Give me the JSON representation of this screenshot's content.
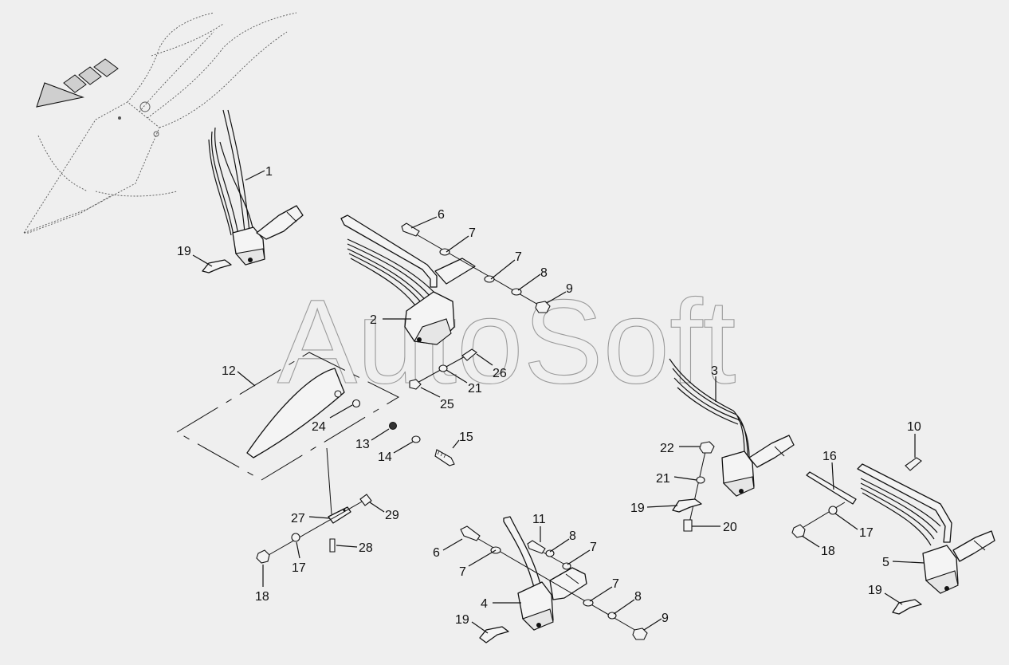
{
  "watermark": "AutoSoft",
  "callouts": [
    {
      "id": "c1",
      "label": "1"
    },
    {
      "id": "c2",
      "label": "2"
    },
    {
      "id": "c3",
      "label": "3"
    },
    {
      "id": "c4",
      "label": "4"
    },
    {
      "id": "c5",
      "label": "5"
    },
    {
      "id": "c6a",
      "label": "6"
    },
    {
      "id": "c6b",
      "label": "6"
    },
    {
      "id": "c7a",
      "label": "7"
    },
    {
      "id": "c7b",
      "label": "7"
    },
    {
      "id": "c7c",
      "label": "7"
    },
    {
      "id": "c7d",
      "label": "7"
    },
    {
      "id": "c7e",
      "label": "7"
    },
    {
      "id": "c8a",
      "label": "8"
    },
    {
      "id": "c8b",
      "label": "8"
    },
    {
      "id": "c8c",
      "label": "8"
    },
    {
      "id": "c9a",
      "label": "9"
    },
    {
      "id": "c9b",
      "label": "9"
    },
    {
      "id": "c10",
      "label": "10"
    },
    {
      "id": "c11",
      "label": "11"
    },
    {
      "id": "c12",
      "label": "12"
    },
    {
      "id": "c13",
      "label": "13"
    },
    {
      "id": "c14",
      "label": "14"
    },
    {
      "id": "c15",
      "label": "15"
    },
    {
      "id": "c16",
      "label": "16"
    },
    {
      "id": "c17a",
      "label": "17"
    },
    {
      "id": "c17b",
      "label": "17"
    },
    {
      "id": "c18a",
      "label": "18"
    },
    {
      "id": "c18b",
      "label": "18"
    },
    {
      "id": "c19a",
      "label": "19"
    },
    {
      "id": "c19b",
      "label": "19"
    },
    {
      "id": "c19c",
      "label": "19"
    },
    {
      "id": "c19d",
      "label": "19"
    },
    {
      "id": "c20",
      "label": "20"
    },
    {
      "id": "c21a",
      "label": "21"
    },
    {
      "id": "c21b",
      "label": "21"
    },
    {
      "id": "c22",
      "label": "22"
    },
    {
      "id": "c24",
      "label": "24"
    },
    {
      "id": "c25",
      "label": "25"
    },
    {
      "id": "c26",
      "label": "26"
    },
    {
      "id": "c27",
      "label": "27"
    },
    {
      "id": "c28",
      "label": "28"
    },
    {
      "id": "c29",
      "label": "29"
    }
  ]
}
